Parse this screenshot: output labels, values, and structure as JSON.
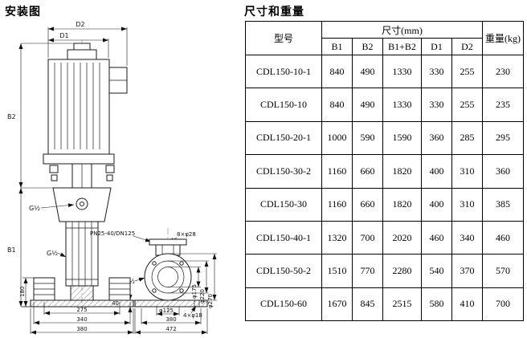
{
  "titles": {
    "installation": "安装图",
    "dimensions": "尺寸和重量"
  },
  "diagram": {
    "labels": {
      "D2": "D2",
      "D1": "D1",
      "B2": "B2",
      "B1": "B1",
      "g_half_upper": "G½",
      "g_half_mid": "G½",
      "g_half_side": "G½",
      "pn_rating": "PN25-40/DN125",
      "bolt_circle_top": "8×φ28",
      "dia_175": "φ175",
      "dia_220": "φ220",
      "dia_270": "φ270",
      "h_180": "180",
      "h_40": "40",
      "w_275": "275",
      "w_340": "340",
      "w_380_front": "380",
      "dia_125": "φ125",
      "bolt_base": "4×φ18",
      "w_380_side": "380",
      "w_472": "472"
    }
  },
  "table": {
    "headers": {
      "model": "型号",
      "size": "尺寸(mm)",
      "weight": "重量(kg)",
      "size_cols": [
        "B1",
        "B2",
        "B1+B2",
        "D1",
        "D2"
      ]
    },
    "rows": [
      {
        "model": "CDL150-10-1",
        "b1": "840",
        "b2": "490",
        "b1b2": "1330",
        "d1": "330",
        "d2": "255",
        "weight": "230"
      },
      {
        "model": "CDL150-10",
        "b1": "840",
        "b2": "490",
        "b1b2": "1330",
        "d1": "330",
        "d2": "255",
        "weight": "235"
      },
      {
        "model": "CDL150-20-1",
        "b1": "1000",
        "b2": "590",
        "b1b2": "1590",
        "d1": "360",
        "d2": "285",
        "weight": "295"
      },
      {
        "model": "CDL150-30-2",
        "b1": "1160",
        "b2": "660",
        "b1b2": "1820",
        "d1": "400",
        "d2": "310",
        "weight": "360"
      },
      {
        "model": "CDL150-30",
        "b1": "1160",
        "b2": "660",
        "b1b2": "1820",
        "d1": "400",
        "d2": "310",
        "weight": "385"
      },
      {
        "model": "CDL150-40-1",
        "b1": "1320",
        "b2": "700",
        "b1b2": "2020",
        "d1": "460",
        "d2": "340",
        "weight": "460"
      },
      {
        "model": "CDL150-50-2",
        "b1": "1510",
        "b2": "770",
        "b1b2": "2280",
        "d1": "540",
        "d2": "370",
        "weight": "570"
      },
      {
        "model": "CDL150-60",
        "b1": "1670",
        "b2": "845",
        "b1b2": "2515",
        "d1": "580",
        "d2": "410",
        "weight": "700"
      }
    ]
  }
}
